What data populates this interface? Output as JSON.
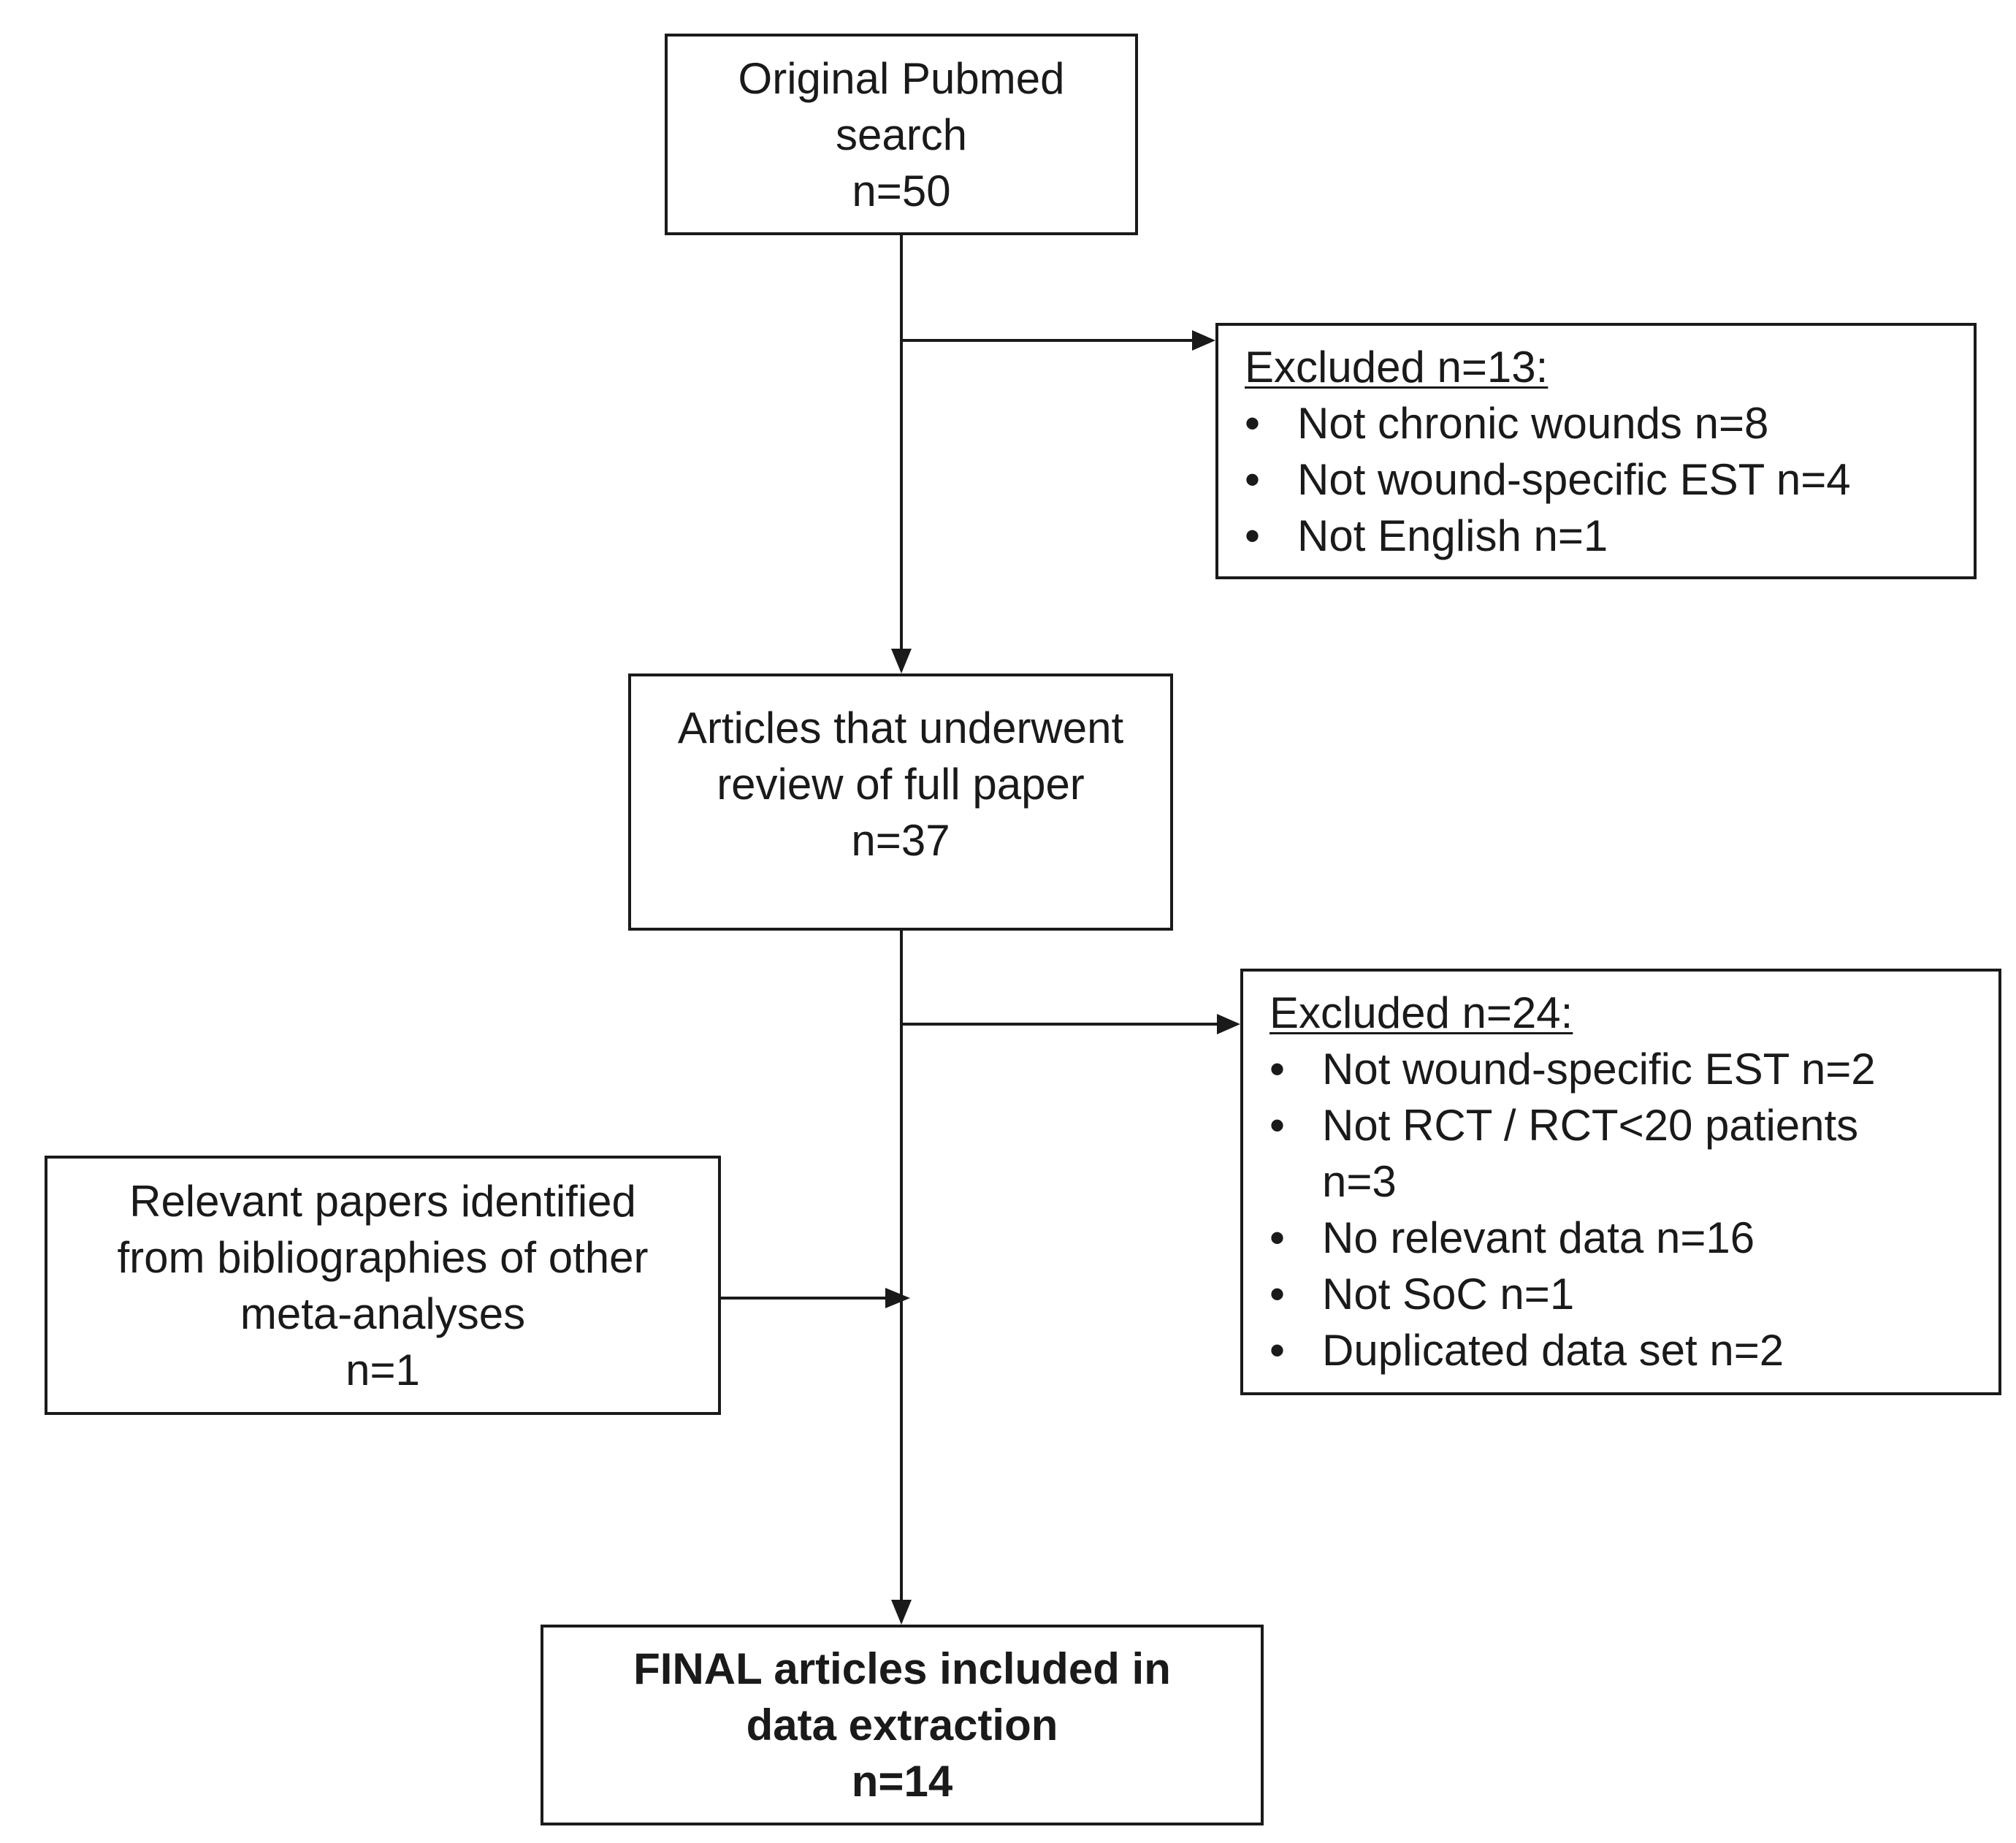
{
  "boxes": {
    "pubmed": {
      "lines": [
        "Original Pubmed",
        "search",
        "n=50"
      ]
    },
    "excluded_first": {
      "title": "Excluded n=13:",
      "items": [
        "Not chronic wounds n=8",
        "Not wound-specific EST n=4",
        "Not English n=1"
      ]
    },
    "review": {
      "lines": [
        "Articles that underwent",
        "review of full paper",
        "n=37"
      ]
    },
    "excluded_second": {
      "title": "Excluded n=24:",
      "items": [
        "Not wound-specific EST n=2",
        "Not RCT / RCT<20 patients n=3",
        "No relevant data n=16",
        "Not SoC n=1",
        "Duplicated data set n=2"
      ]
    },
    "bibliographies": {
      "lines": [
        "Relevant papers identified",
        "from bibliographies of other",
        "meta-analyses",
        "n=1"
      ]
    },
    "final": {
      "lines": [
        "FINAL articles included in",
        "data extraction",
        "n=14"
      ]
    }
  },
  "bullet_glyph": "•",
  "colors": {
    "line": "#1a1a1a",
    "background": "#ffffff"
  }
}
